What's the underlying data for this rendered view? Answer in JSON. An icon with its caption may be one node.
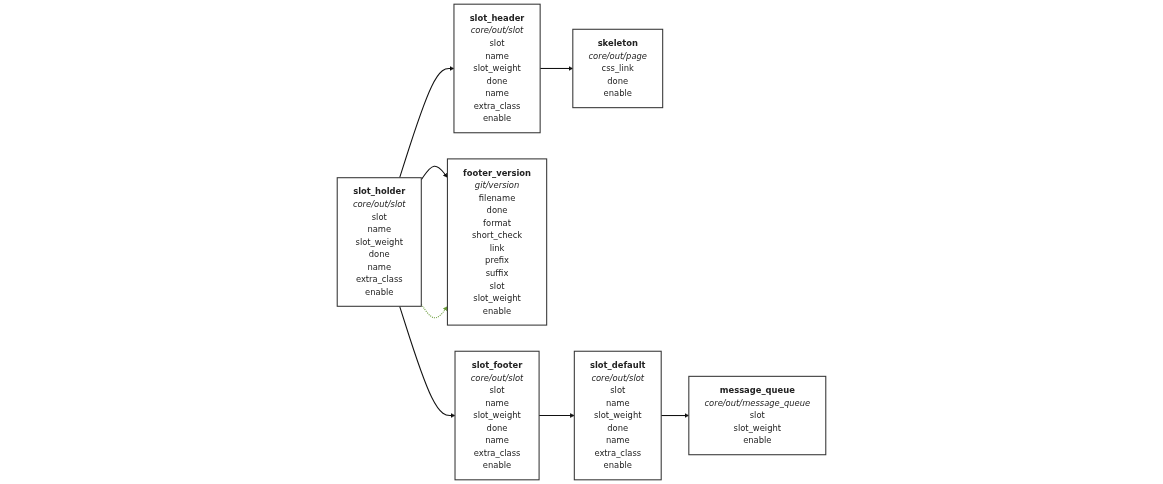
{
  "diagram": {
    "nodes": [
      {
        "text": [
          "slot_header",
          "core/out/slot",
          "slot",
          "name",
          "slot_weight",
          "done",
          "name",
          "extra_class",
          "enable"
        ]
      },
      {
        "text": [
          "skeleton",
          "core/out/page",
          "css_link",
          "done",
          "enable"
        ]
      },
      {
        "text": [
          "message_queue",
          "core/out/message_queue",
          "slot",
          "slot_weight",
          "enable"
        ]
      },
      {
        "text": [
          "slot_holder",
          "core/out/slot",
          "slot",
          "name",
          "slot_weight",
          "done",
          "name",
          "extra_class",
          "enable"
        ]
      },
      {
        "text": [
          "footer_version",
          "git/version",
          "filename",
          "done",
          "format",
          "short_check",
          "link",
          "prefix",
          "suffix",
          "slot",
          "slot_weight",
          "enable"
        ]
      },
      {
        "text": [
          "slot_footer",
          "core/out/slot",
          "slot",
          "name",
          "slot_weight",
          "done",
          "name",
          "extra_class",
          "enable"
        ]
      },
      {
        "text": [
          "slot_default",
          "core/out/slot",
          "slot",
          "name",
          "slot_weight",
          "done",
          "name",
          "extra_class",
          "enable"
        ]
      }
    ],
    "edges": [
      {
        "from": 3,
        "to": 0,
        "arrow": "to"
      },
      {
        "from": 0,
        "to": 1,
        "arrow": "to"
      },
      {
        "from": 6,
        "to": 2,
        "arrow": "to"
      },
      {
        "from": 3,
        "to": 5,
        "arrow": "to"
      },
      {
        "from": 3,
        "to": 4,
        "arrow": "to"
      },
      {
        "from": 5,
        "to": 6,
        "arrow": "to"
      },
      {
        "from": 3,
        "to": 4,
        "arrow": "to",
        "style": "dashed",
        "color": "#6a9c3a"
      }
    ]
  }
}
